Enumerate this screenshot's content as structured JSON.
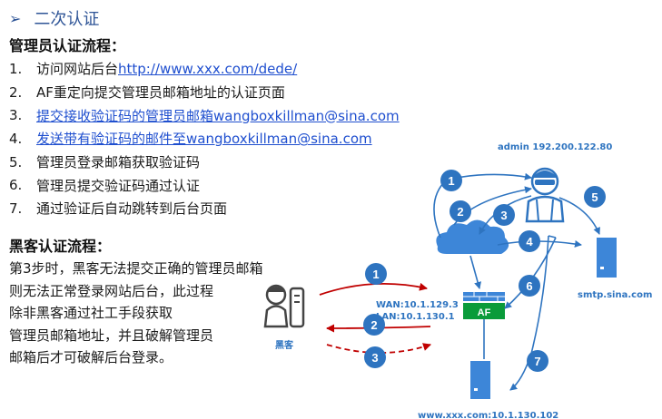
{
  "header": {
    "title": "二次认证"
  },
  "admin_flow": {
    "title": "管理员认证流程：",
    "steps": [
      {
        "num": "1.",
        "text": "访问网站后台",
        "link": "http://www.xxx.com/dede/"
      },
      {
        "num": "2.",
        "text": "AF重定向提交管理员邮箱地址的认证页面"
      },
      {
        "num": "3.",
        "text": "提交接收验证码的管理员邮箱",
        "link": "wangboxkillman@sina.com"
      },
      {
        "num": "4.",
        "text": "发送带有验证码的邮件至",
        "link": "wangboxkillman@sina.com"
      },
      {
        "num": "5.",
        "text": "管理员登录邮箱获取验证码"
      },
      {
        "num": "6.",
        "text": "管理员提交验证码通过认证"
      },
      {
        "num": "7.",
        "text": "通过验证后自动跳转到后台页面"
      }
    ]
  },
  "hacker_flow": {
    "title": "黑客认证流程：",
    "paragraph_lines": [
      "第3步时，黑客无法提交正确的管理员邮箱",
      "则无法正常登录网站后台，此过程",
      "除非黑客通过社工手段获取",
      "管理员邮箱地址，并且破解管理员",
      "邮箱后才可破解后台登录。"
    ]
  },
  "diagram": {
    "admin_label": "admin 192.200.122.80",
    "smtp_label": "smtp.sina.com",
    "hacker_label": "黑客",
    "firewall_label": "AF",
    "wan_label": "WAN:10.1.129.3",
    "lan_label": "LAN:10.1.130.1",
    "web_label": "www.xxx.com:10.1.130.102",
    "admin_badges": [
      "1",
      "2",
      "3",
      "4",
      "5",
      "6",
      "7"
    ],
    "hacker_badges": [
      "1",
      "2",
      "3"
    ]
  },
  "colors": {
    "heading": "#2f5597",
    "link": "#1f4fcf",
    "badge": "#2e74c0",
    "hacker_arrow": "#c00000",
    "firewall_green": "#0a9b3a",
    "cloud": "#3d86d8"
  },
  "icons": [
    "arrow-bullet-icon",
    "admin-person-icon",
    "hacker-icon",
    "cloud-icon",
    "firewall-icon",
    "mail-server-icon",
    "web-server-icon"
  ]
}
